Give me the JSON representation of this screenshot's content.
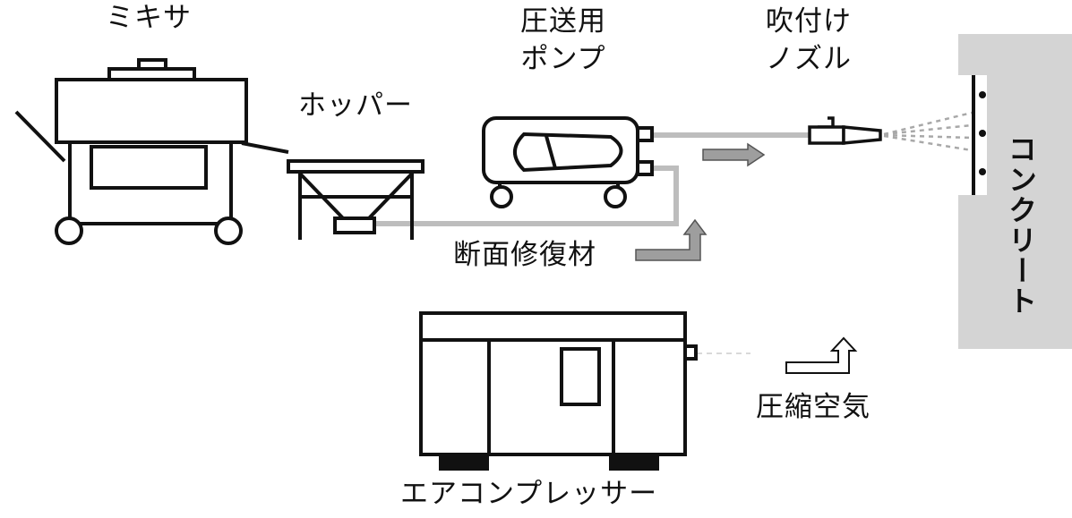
{
  "labels": {
    "mixer": "ミキサ",
    "hopper": "ホッパー",
    "pump_line1": "圧送用",
    "pump_line2": "ポンプ",
    "nozzle_line1": "吹付け",
    "nozzle_line2": "ノズル",
    "concrete": "コンクリート",
    "repair_material": "断面修復材",
    "compressed_air": "圧縮空気",
    "compressor": "エアコンプレッサー"
  },
  "colors": {
    "line": "#111111",
    "hose": "#bdbdbd",
    "arrow_fill": "#9e9e9e",
    "concrete_fill": "#d4d4d4",
    "spray": "#a8a8a8"
  }
}
